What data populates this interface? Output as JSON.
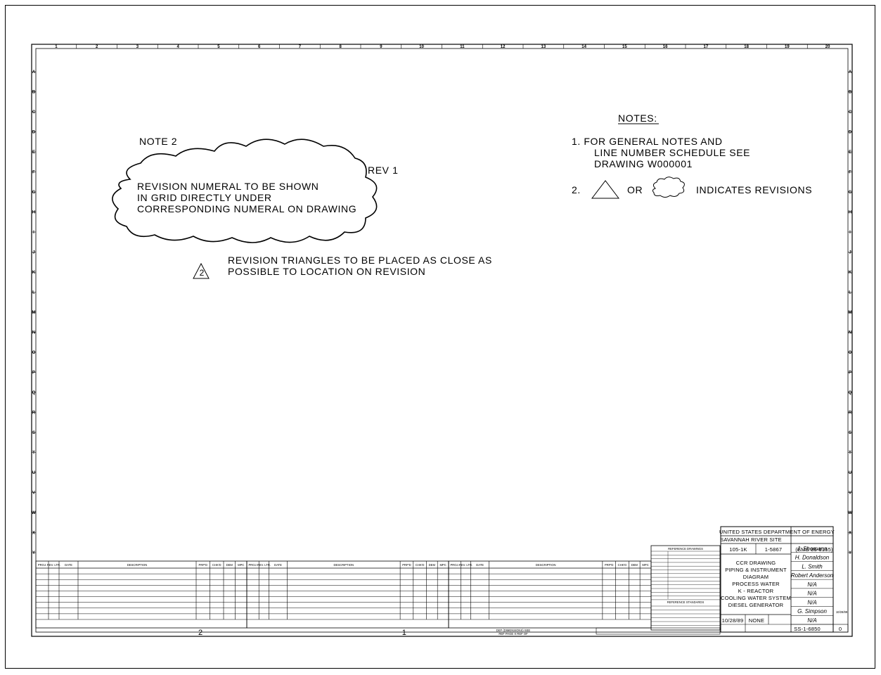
{
  "grid": {
    "columns": [
      "1",
      "2",
      "3",
      "4",
      "5",
      "6",
      "7",
      "8",
      "9",
      "10",
      "11",
      "12",
      "13",
      "14",
      "15",
      "16",
      "17",
      "18",
      "19",
      "20"
    ],
    "rows": [
      "A",
      "B",
      "C",
      "D",
      "E",
      "F",
      "G",
      "H",
      "I",
      "J",
      "K",
      "L",
      "M",
      "N",
      "O",
      "P",
      "Q",
      "R",
      "S",
      "T",
      "U",
      "V",
      "W",
      "X",
      "Y"
    ]
  },
  "notes": {
    "heading": "NOTES:",
    "note1_lines": [
      "1. FOR GENERAL NOTES AND",
      "LINE NUMBER SCHEDULE SEE",
      "DRAWING W000001"
    ],
    "note2_prefix": "2.",
    "note2_or": "OR",
    "note2_suffix": "INDICATES REVISIONS"
  },
  "left_note": {
    "label": "NOTE 2",
    "cloud_lines": [
      "REVISION NUMERAL TO BE SHOWN",
      "IN GRID DIRECTLY UNDER",
      "CORRESPONDING NUMERAL ON DRAWING"
    ],
    "rev_label": "REV 1",
    "triangle_numeral": "2",
    "triangle_lines": [
      "REVISION TRIANGLES TO BE PLACED AS CLOSE AS",
      "POSSIBLE TO LOCATION ON REVISION"
    ]
  },
  "revision_block": {
    "headers": [
      "PROJ.",
      "REV. LTR.",
      "DATE",
      "DESCRIPTION",
      "PRP'D",
      "CHK'D",
      "DEM",
      "MPC"
    ],
    "section_numerals": [
      "2",
      "1"
    ]
  },
  "references": {
    "heading": "REFERENCE DRAWINGS",
    "footer": "REFERENCE STANDARDS"
  },
  "title_block": {
    "agency": "UNITED STATES DEPARTMENT OF ENERGY",
    "site": "SAVANNAH RIVER SITE",
    "building": "105-1K",
    "drawing_ref": "1-5867",
    "ref_number": "(EMS 86-6165)",
    "title_lines": [
      "CCR DRAWING",
      "PIPING & INSTRUMENT",
      "DIAGRAM",
      "PROCESS WATER",
      "K - REACTOR",
      "COOLING WATER SYSTEM",
      "DIESEL GENERATOR"
    ],
    "sig_lines": [
      "J. Shomann",
      "H. Donaldson",
      "L. Smith",
      "Robert Anderson",
      "N/A",
      "N/A",
      "N/A",
      "G. Simpson",
      "N/A"
    ],
    "sig_date": "10/28/89",
    "date": "10/28/89",
    "scale": "NONE",
    "drawing_number": "SS-1-6850",
    "latest_rev": "0"
  },
  "bottom_strip": {
    "left_text": "DEF (DIMENSIONS) SEE",
    "left_text2": "REF PAGE X REF OF"
  }
}
